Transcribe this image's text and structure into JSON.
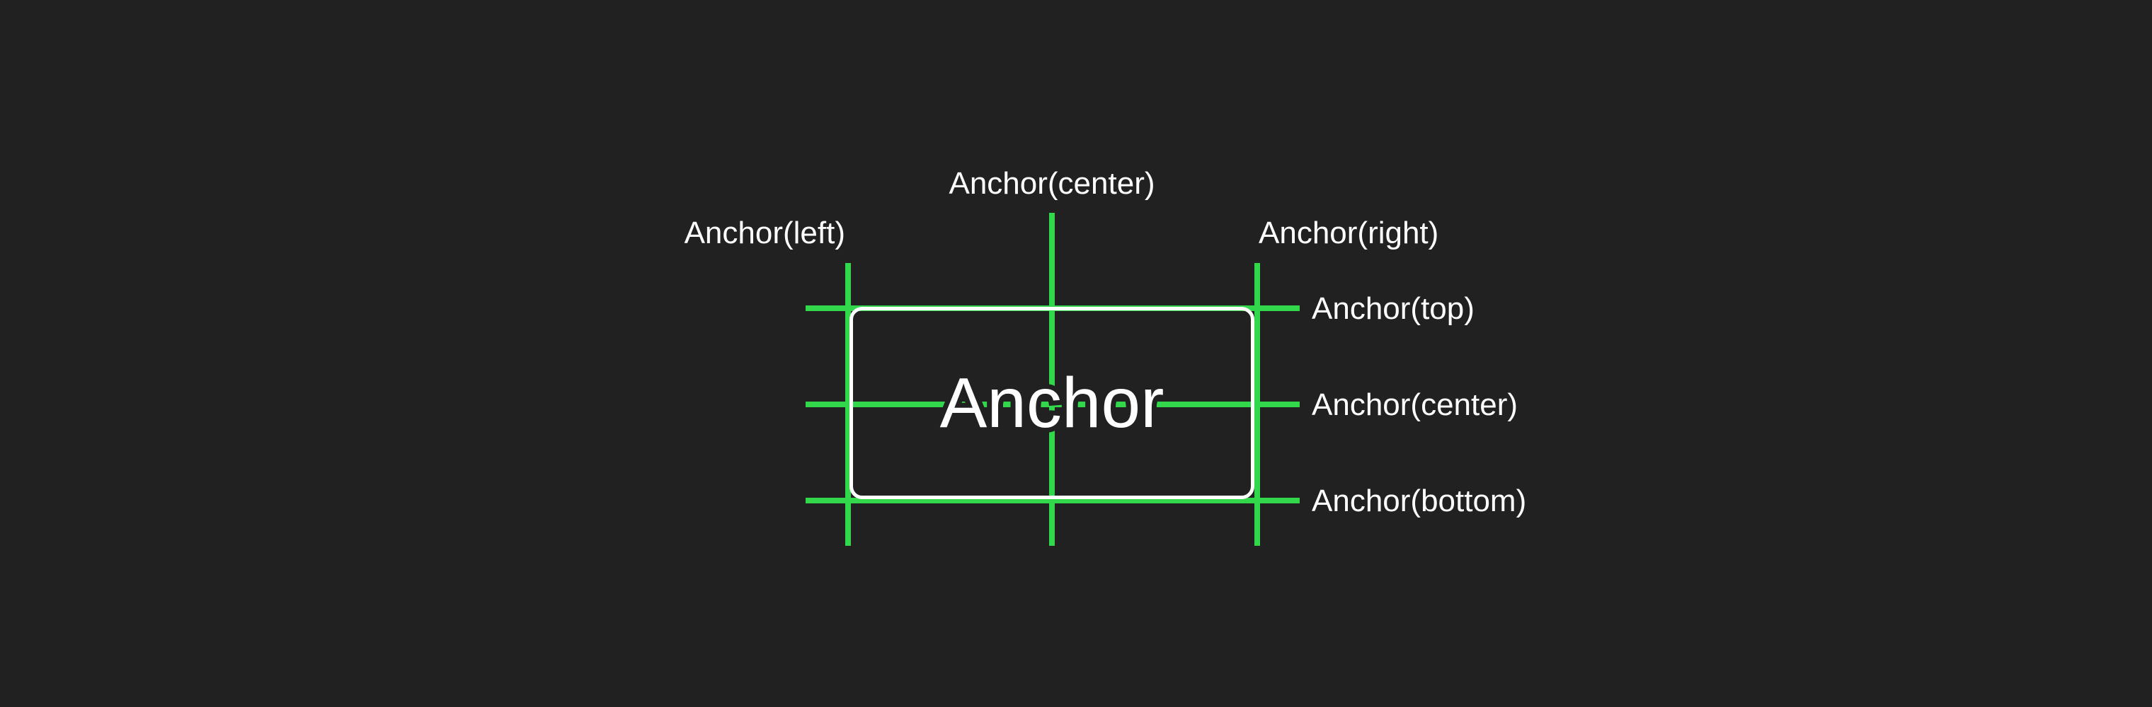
{
  "diagram": {
    "center_text": "Anchor",
    "labels": {
      "horizontal": {
        "left": "Anchor(left)",
        "center": "Anchor(center)",
        "right": "Anchor(right)"
      },
      "vertical": {
        "top": "Anchor(top)",
        "center": "Anchor(center)",
        "bottom": "Anchor(bottom)"
      }
    },
    "colors": {
      "background": "#212121",
      "guide_line": "#32D74B",
      "box_border": "#FFFFFF",
      "text": "#FFFFFF"
    }
  }
}
